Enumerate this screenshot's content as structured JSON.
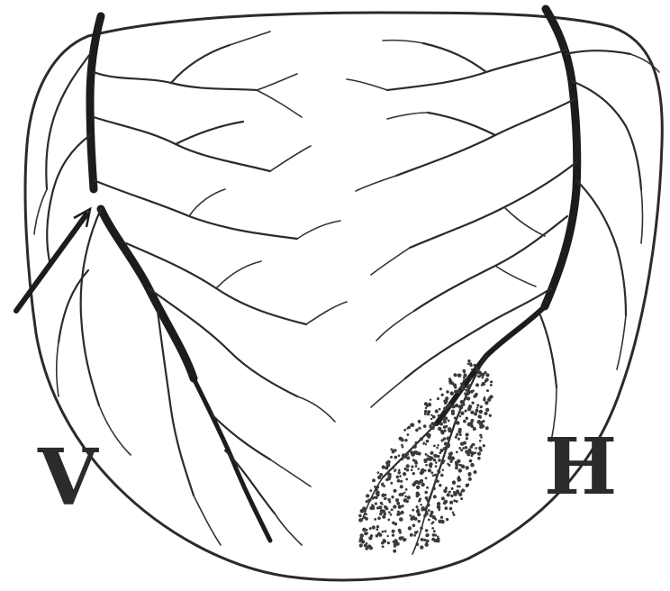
{
  "figure": {
    "labels": {
      "left": "V",
      "right": "H"
    },
    "colors": {
      "ink": "#2b2b2b",
      "paper": "#ffffff",
      "stipple": "#3a3a3a"
    },
    "marks": {
      "arrow": "arrow-pointing-to-vessel-gap",
      "stipple": "stippled-region-lower-right"
    }
  }
}
